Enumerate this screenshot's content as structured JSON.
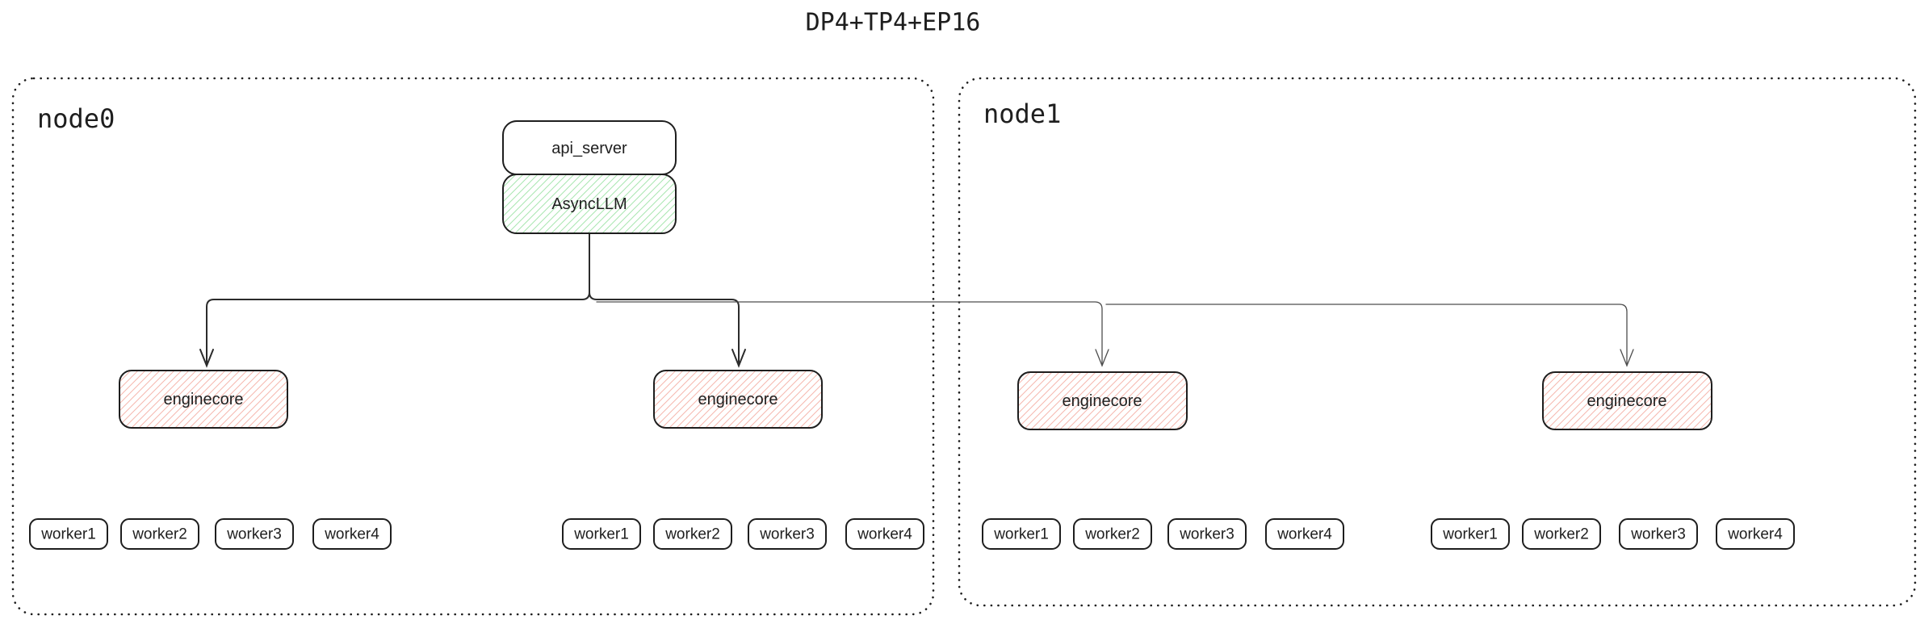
{
  "title": "DP4+TP4+EP16",
  "colors": {
    "ink": "#1e1e1e",
    "async_llm_hatch": "#a8e6b0",
    "enginecore_hatch": "#f5b7ae",
    "edge_dark": "#2b2b2b",
    "edge_light": "#4d4d4d",
    "background": "#ffffff"
  },
  "nodes": [
    {
      "label": "node0"
    },
    {
      "label": "node1"
    }
  ],
  "api_server": {
    "label": "api_server"
  },
  "async_llm": {
    "label": "AsyncLLM"
  },
  "enginecores": [
    {
      "label": "enginecore"
    },
    {
      "label": "enginecore"
    },
    {
      "label": "enginecore"
    },
    {
      "label": "enginecore"
    }
  ],
  "worker_groups": [
    {
      "labels": [
        "worker1",
        "worker2",
        "worker3",
        "worker4"
      ]
    },
    {
      "labels": [
        "worker1",
        "worker2",
        "worker3",
        "worker4"
      ]
    },
    {
      "labels": [
        "worker1",
        "worker2",
        "worker3",
        "worker4"
      ]
    },
    {
      "labels": [
        "worker1",
        "worker2",
        "worker3",
        "worker4"
      ]
    }
  ]
}
